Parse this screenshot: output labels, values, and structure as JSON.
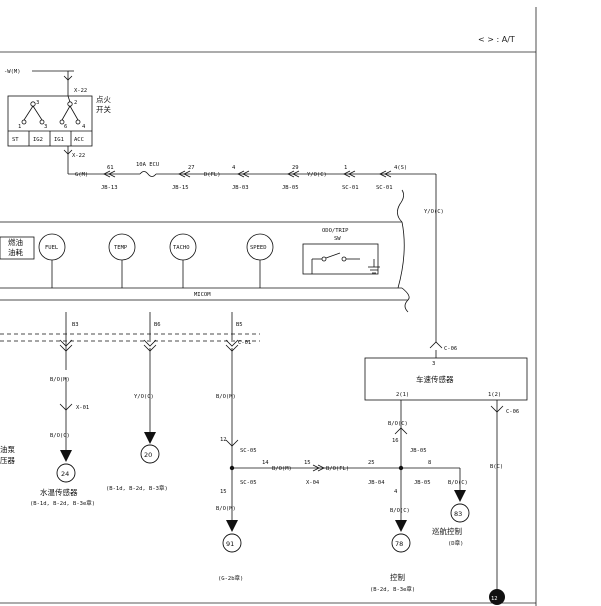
{
  "header": {
    "nav_prev": "<",
    "nav_next": ">",
    "section": ": A/T"
  },
  "ignition": {
    "top_wire": "-W(M)",
    "top_conn": "X-22",
    "bot_conn": "X-22",
    "label_line1": "点火",
    "label_line2": "开关",
    "contacts": [
      "ST",
      "IG2",
      "IG1",
      "ACC"
    ],
    "pins_top": [
      "3",
      "2"
    ],
    "pins_bot": [
      "1",
      "3",
      "6",
      "4"
    ]
  },
  "power_line": {
    "wire1": "G(M)",
    "pin61": "61",
    "fuse_label": "10A ECU",
    "pin27": "27",
    "jb13": "JB-13",
    "jb15": "JB-15",
    "wire2": "D(FL)",
    "pin4": "4",
    "jb03": "JB-03",
    "pin29": "29",
    "jb05": "JB-05",
    "wire3": "Y/O(C)",
    "pin1": "1",
    "sc01a": "SC-01",
    "pin4s": "4(S)",
    "sc01b": "SC-01",
    "wire_vert": "Y/O(C)"
  },
  "cluster": {
    "oil_line1": "燃油",
    "oil_line2": "油耗",
    "gauges": [
      "FUEL",
      "TEMP",
      "TACHO",
      "SPEED"
    ],
    "odo_line1": "ODO/TRIP",
    "odo_line2": "SW",
    "micom": "MICOM",
    "pin_b3": "B3",
    "pin_b6": "B6",
    "pin_b5": "B5"
  },
  "sensor": {
    "conn_c06": "C-06",
    "pin3": "3",
    "title": "车速传感器",
    "pin_2_1": "2(1)",
    "pin_1_2": "1(2)",
    "conn_c06b": "C-06"
  },
  "branches": {
    "b3_wire1": "B/O(M)",
    "b3_conn": "X-01",
    "b3_wire2": "B/O(C)",
    "b3_ref": "24",
    "b3_line1": "水温传感器",
    "b3_line2": "(B-1d, B-2d, B-3e章)",
    "b6_wire": "Y/O(C)",
    "b6_ref": "20",
    "b6_note": "(B-1d, B-2d, B-3章)",
    "b5_conn": "C-01",
    "b5_wire1": "B/O(M)",
    "b5_pin12": "12",
    "b5_sc05a": "SC-05",
    "b5_sc05b": "SC-05",
    "b5_pin15": "15",
    "b5_pin14": "14",
    "b5_wire2": "B/O(M)",
    "b5_wire3": "B/O(M)",
    "b5_x04": "X-04",
    "b5_pin15b": "15",
    "b5_wire4": "B/O(FL)",
    "b5_ref": "91",
    "b5_note": "(G-2b章)",
    "s_wire1": "B/O(C)",
    "s_pin16": "16",
    "s_jb05": "JB-05",
    "s_pin25": "25",
    "s_jb04": "JB-04",
    "s_pin4": "4",
    "s_pin8": "8",
    "s_jb05b": "JB-05",
    "s_wire2": "B/O(C)",
    "s_wire3": "B/O(C)",
    "s_ref78": "78",
    "s_78_line1": "控制",
    "s_78_line2": "(B-2d, B-3e章)",
    "s_ref83": "83",
    "s_83_line1": "巡航控制",
    "s_83_line2": "(D章)",
    "right_wire": "B(C)",
    "ref12": "12"
  },
  "left_edge": {
    "line1": "油泵",
    "line2": "压器"
  }
}
